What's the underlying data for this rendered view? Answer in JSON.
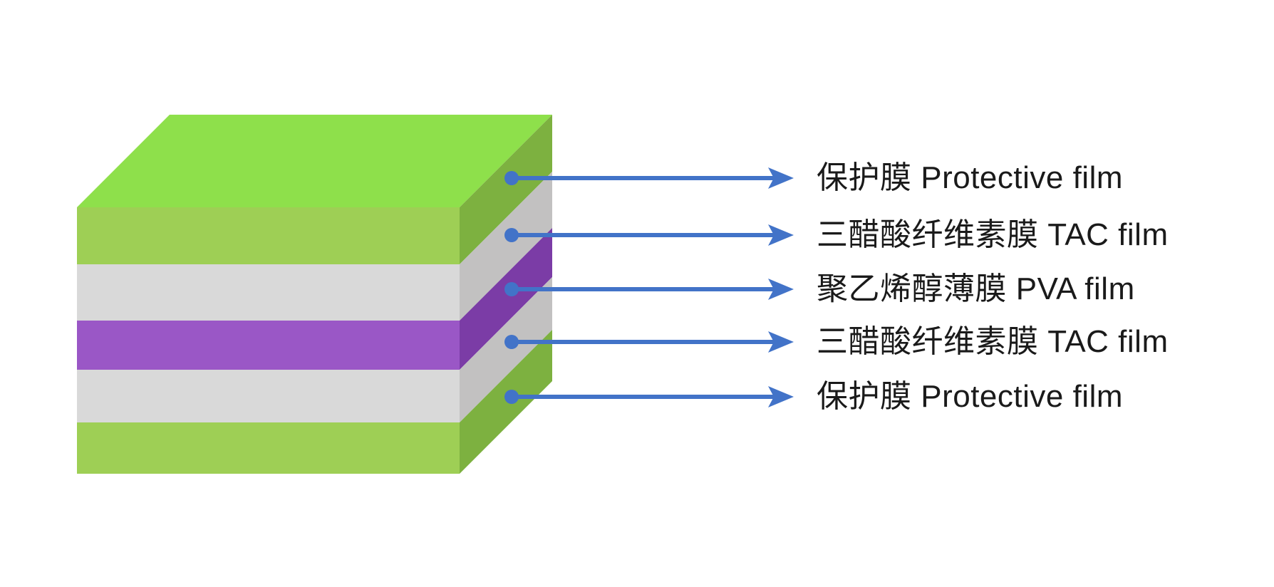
{
  "diagram": {
    "type": "layer-stack",
    "layers": [
      {
        "label": "保护膜 Protective film"
      },
      {
        "label": "三醋酸纤维素膜 TAC film"
      },
      {
        "label": "聚乙烯醇薄膜 PVA film"
      },
      {
        "label": "三醋酸纤维素膜 TAC film"
      },
      {
        "label": "保护膜 Protective film"
      }
    ]
  },
  "colors": {
    "arrow": "#4273C8",
    "text": "#1A1A1A",
    "green_top": "#8EE04B",
    "green_front": "#9ECF55",
    "green_side": "#7DB140",
    "gray_front": "#D9D9D9",
    "gray_side": "#C2C1C1",
    "purple_front": "#9A57C6",
    "purple_side": "#7B3CA6"
  }
}
